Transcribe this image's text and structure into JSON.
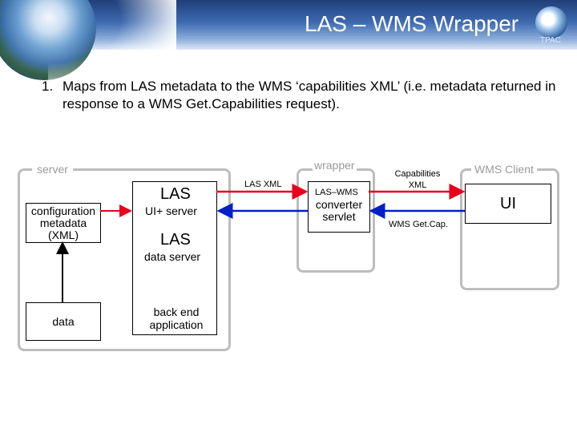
{
  "slide": {
    "title": "LAS – WMS Wrapper",
    "logo_text": "TPAC",
    "bullet_number": "1.",
    "bullet_text": "Maps from LAS metadata to the WMS ‘capabilities XML’ (i.e. metadata returned in response to a WMS Get.Capabilities request)."
  },
  "diagram": {
    "server_label": "server",
    "config_box": "configuration metadata (XML)",
    "data_box": "data",
    "las_ui_title": "LAS",
    "las_ui_sub": "UI+ server",
    "las_data_title": "LAS",
    "las_data_sub": "data server",
    "back_end": "back end application",
    "las_xml_label": "LAS XML",
    "wrapper_label": "wrapper",
    "converter_top": "LAS–WMS",
    "converter_main": "converter servlet",
    "capabilities_label": "Capabilities XML",
    "getcap_label": "WMS Get.Cap.",
    "client_label": "WMS Client",
    "ui_label": "UI"
  },
  "colors": {
    "arrow_red": "#e8001c",
    "arrow_blue": "#0020c8",
    "box_border": "#bdbdbd"
  }
}
